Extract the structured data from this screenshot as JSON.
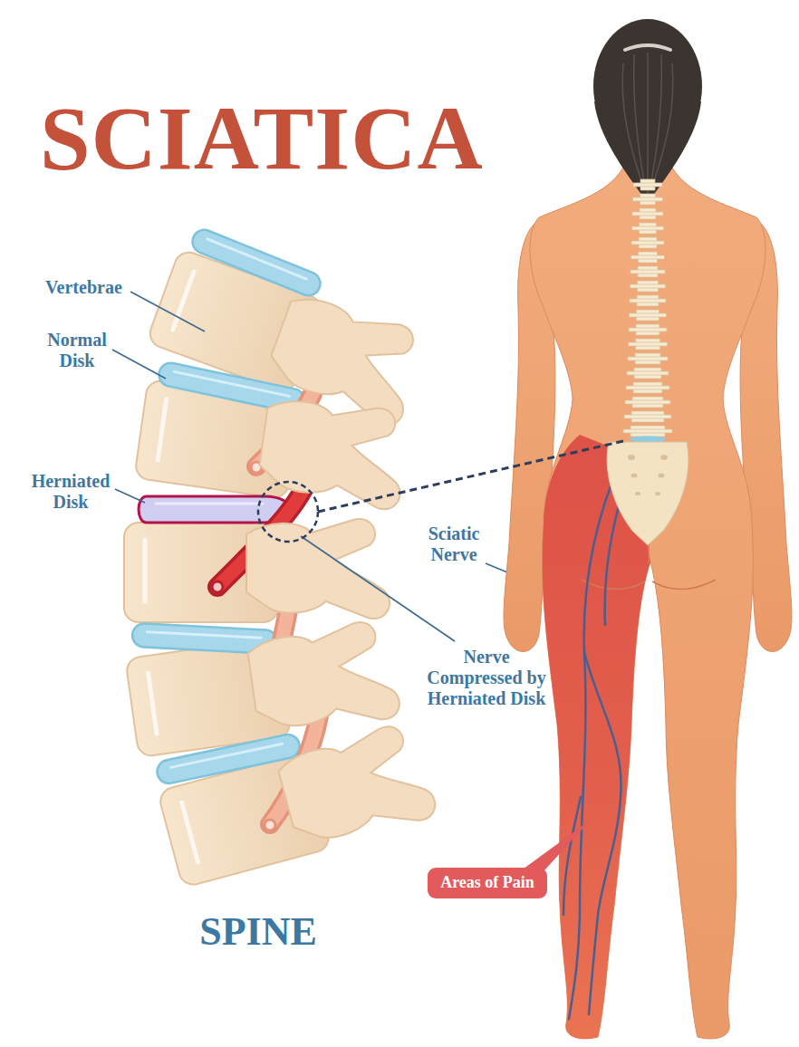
{
  "diagram": {
    "title": "SCIATICA",
    "nodes": [
      {
        "text": [
          "Areas of Pain"
        ]
      }
    ],
    "labels": [
      "Vertebrae",
      "Normal Disk",
      "Herniated Disk",
      "Nerve Compressed by Herniated Disk",
      "Sciatic Nerve",
      "SPINE"
    ]
  }
}
